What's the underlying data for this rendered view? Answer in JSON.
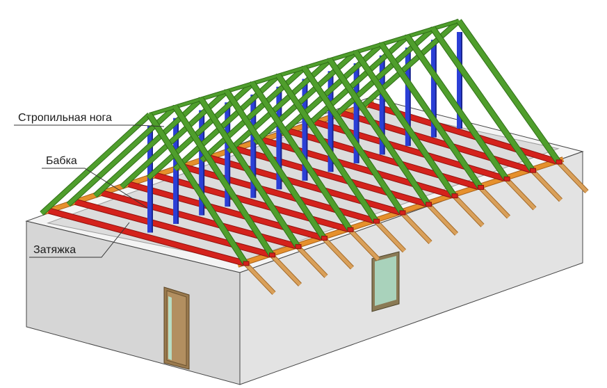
{
  "labels": {
    "rafter_leg": "Стропильная нога",
    "king_post": "Бабка",
    "tie_beam": "Затяжка"
  },
  "colors": {
    "rafter": "#4f9e2c",
    "rafter_dark": "#2f6e17",
    "rafter_tail": "#d9a05a",
    "rafter_tail_dark": "#a46a28",
    "king_post": "#2b3fd6",
    "king_post_dark": "#1a2590",
    "tie_beam": "#d4221c",
    "tie_beam_dark": "#8e120e",
    "plate": "#e6902c",
    "plate_dark": "#a7601a",
    "wall_front": "#d6d6d6",
    "wall_side": "#e3e3e3",
    "wall_top": "#f4f4f4",
    "attic_floor": "#dcdcdc",
    "door_frame": "#9a7a4e",
    "door_panel": "#b28f60",
    "door_glass": "#b7dcc4",
    "window_frame": "#8a7a55",
    "window_glass": "#a9d2bb",
    "outline": "#444444"
  },
  "structure": {
    "truss_count": 13,
    "elements": [
      "rafter-leg",
      "king-post",
      "tie-beam",
      "wall-plate",
      "ridge"
    ],
    "openings": [
      "door",
      "window"
    ]
  }
}
